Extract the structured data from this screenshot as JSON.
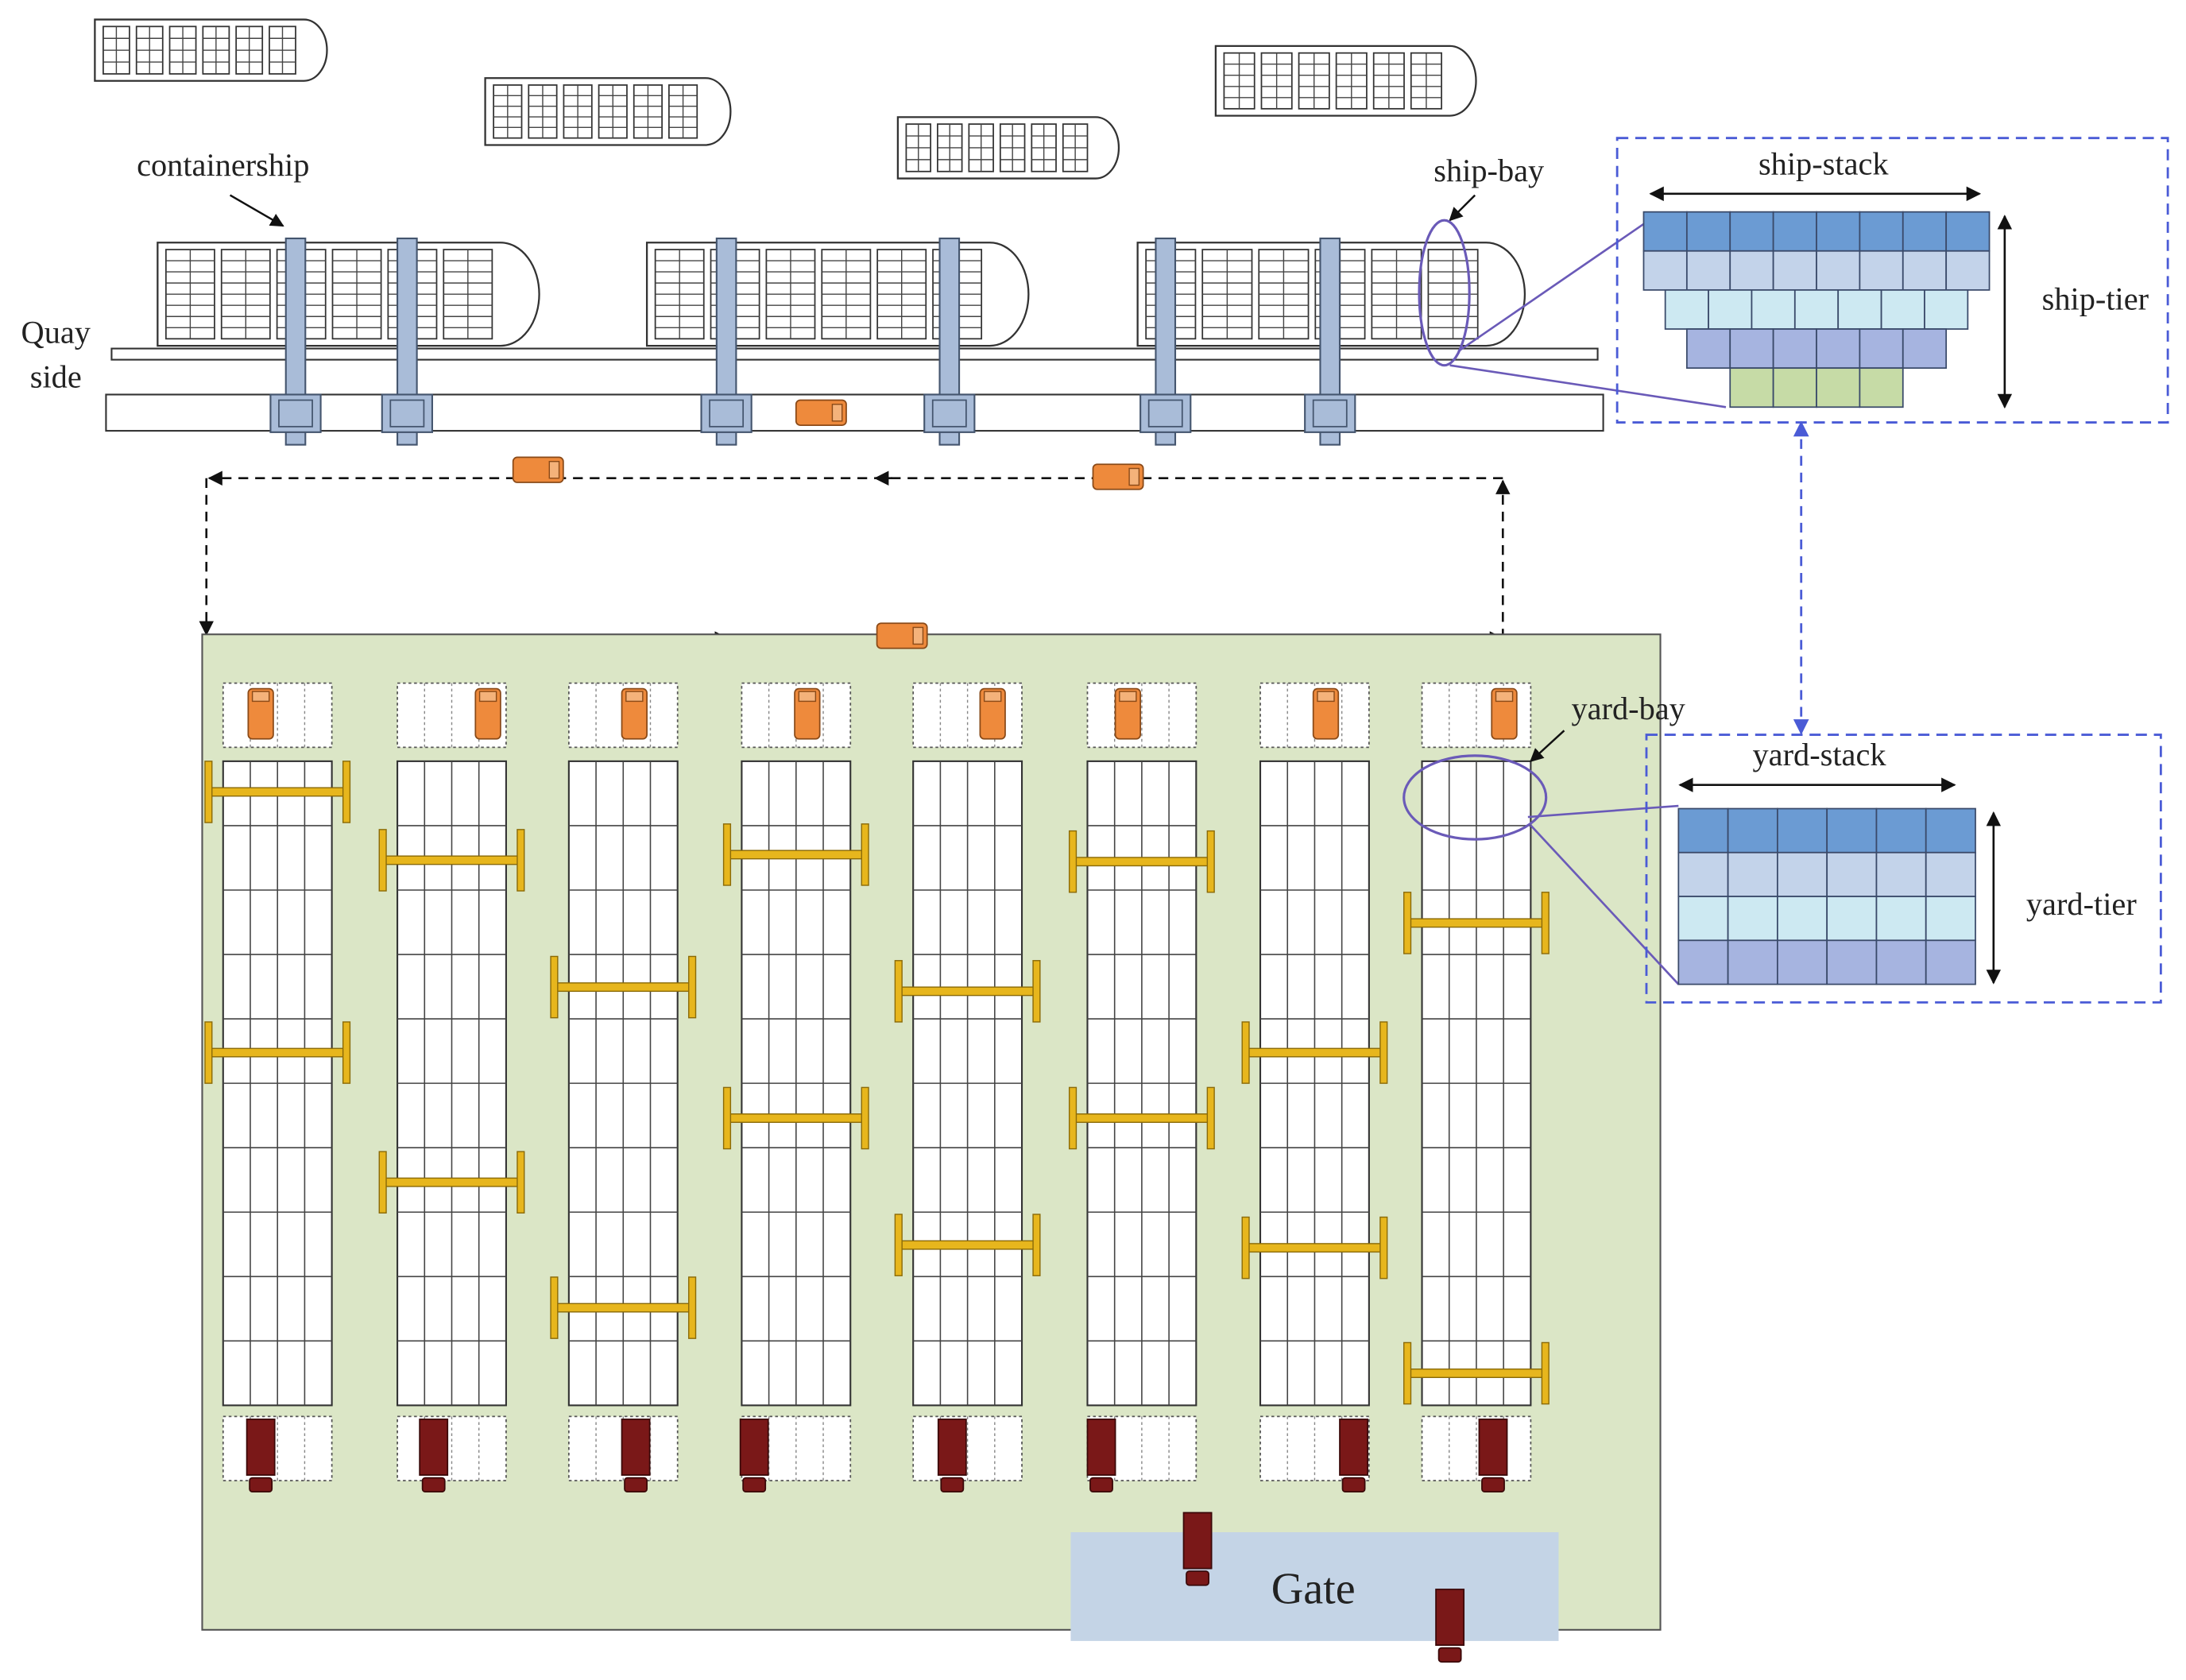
{
  "labels": {
    "containership": "containership",
    "quay_line1": "Quay",
    "quay_line2": "side",
    "ship_bay": "ship-bay",
    "ship_stack": "ship-stack",
    "ship_tier": "ship-tier",
    "yard_bay": "yard-bay",
    "yard_stack": "yard-stack",
    "yard_tier": "yard-tier",
    "gate": "Gate"
  },
  "colors": {
    "yard_bg": "#dbe6c6",
    "gate_bg": "#c4d4e6",
    "crane": "#a9bcd8",
    "agv": "#ee8a3c",
    "truck": "#7a1818",
    "rmg": "#e7b61d",
    "dashed_blue": "#4a5bd6",
    "lens": "#6a5ab8",
    "tier1": "#6b9bd3",
    "tier2": "#c3d3ea",
    "tier3": "#cde9f2",
    "tier4": "#a6b4e0",
    "tier5": "#c6dba6"
  },
  "counts": {
    "ships_at_berth": 3,
    "ships_waiting": 4,
    "quay_cranes": 6,
    "yard_blocks": 8
  },
  "ship_bay_rows": [
    8,
    8,
    7,
    6,
    4
  ],
  "yard_bay_rows": [
    6,
    6,
    6,
    6
  ]
}
